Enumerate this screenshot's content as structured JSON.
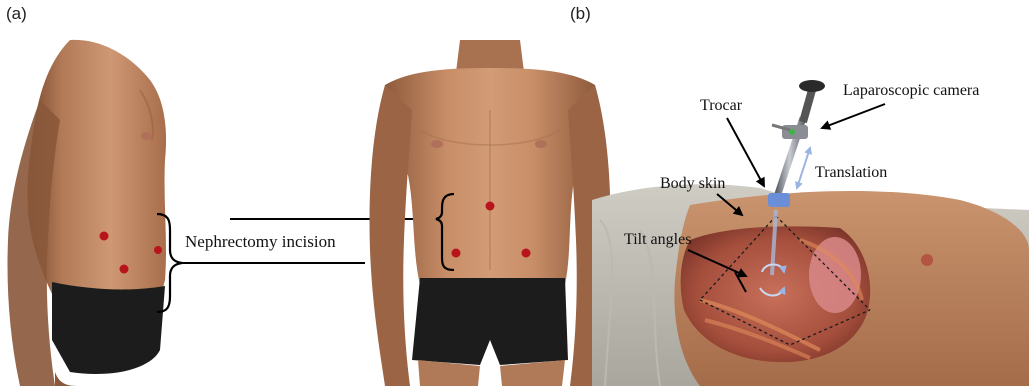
{
  "panels": {
    "a": "(a)",
    "b": "(b)"
  },
  "labels": {
    "incision": "Nephrectomy incision",
    "camera": "Laparoscopic camera",
    "trocar": "Trocar",
    "translation": "Translation",
    "skin": "Body skin",
    "tilt": "Tilt angles"
  },
  "colors": {
    "skin": "#c8906a",
    "skin_shadow": "#9a6445",
    "shorts": "#1c1c1c",
    "incision_dot": "#b8141c",
    "cavity": "#b85a48",
    "drape": "#d8d6d0",
    "trocar_port": "#6a8fd8",
    "arrow_blue": "#9ab4e4"
  },
  "icons": {
    "camera": "laparoscopic-camera-icon",
    "torso_side": "male-torso-side-illustration",
    "torso_front": "male-torso-front-illustration",
    "patient": "patient-on-table-illustration"
  }
}
